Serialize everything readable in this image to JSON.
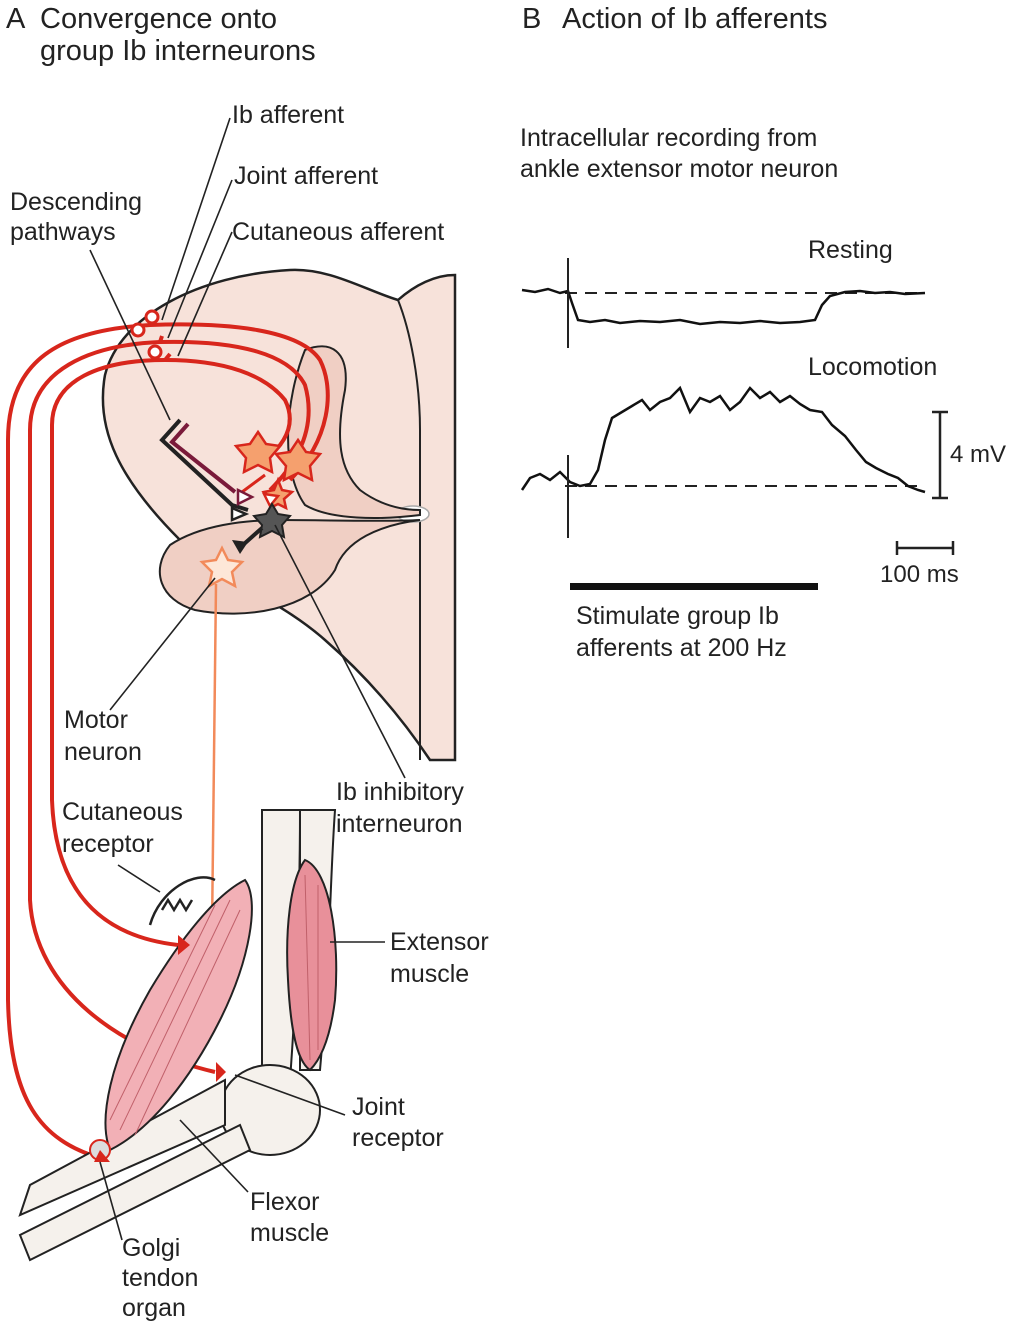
{
  "panel_a": {
    "letter": "A",
    "title_line1": "Convergence onto",
    "title_line2": "group Ib interneurons"
  },
  "panel_b": {
    "letter": "B",
    "title": "Action of Ib afferents",
    "recording_line1": "Intracellular recording from",
    "recording_line2": "ankle extensor motor neuron",
    "trace_resting": "Resting",
    "trace_locomotion": "Locomotion",
    "scale_voltage": "4 mV",
    "scale_time": "100 ms",
    "stim_line1": "Stimulate group Ib",
    "stim_line2": "afferents at 200 Hz"
  },
  "labels": {
    "ib_afferent": "Ib afferent",
    "joint_afferent": "Joint afferent",
    "cutaneous_afferent": "Cutaneous afferent",
    "descending_line1": "Descending",
    "descending_line2": "pathways",
    "motor_neuron_line1": "Motor",
    "motor_neuron_line2": "neuron",
    "ib_interneuron_line1": "Ib inhibitory",
    "ib_interneuron_line2": "interneuron",
    "cutaneous_receptor_line1": "Cutaneous",
    "cutaneous_receptor_line2": "receptor",
    "extensor_line1": "Extensor",
    "extensor_line2": "muscle",
    "joint_receptor_line1": "Joint",
    "joint_receptor_line2": "receptor",
    "flexor_line1": "Flexor",
    "flexor_line2": "muscle",
    "golgi_line1": "Golgi",
    "golgi_line2": "tendon",
    "golgi_line3": "organ"
  },
  "colors": {
    "afferent_red": "#d8261c",
    "motor_orange": "#f28a5a",
    "cord_pink": "#f7e2da",
    "gray_matter": "#f0cfc4",
    "muscle_pink": "#e8909a",
    "bone": "#f5f1ec",
    "descending_maroon": "#7a1a3a"
  }
}
